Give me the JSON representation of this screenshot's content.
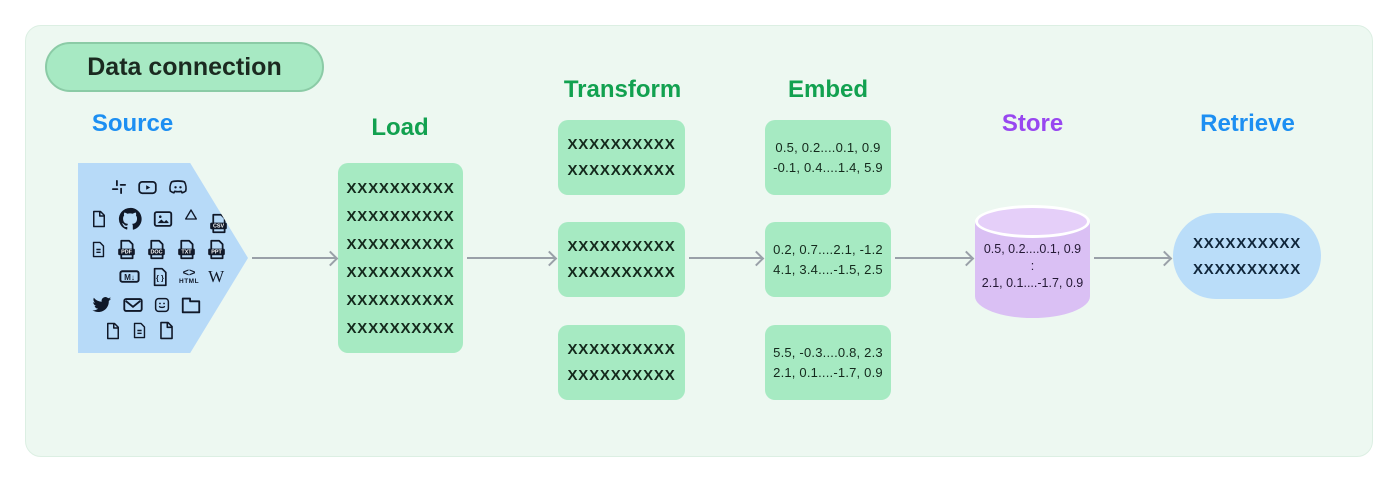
{
  "badge": {
    "label": "Data connection"
  },
  "headings": {
    "source": "Source",
    "load": "Load",
    "transform": "Transform",
    "embed": "Embed",
    "store": "Store",
    "retrieve": "Retrieve"
  },
  "load": {
    "lines": [
      "XXXXXXXXXX",
      "XXXXXXXXXX",
      "XXXXXXXXXX",
      "XXXXXXXXXX",
      "XXXXXXXXXX",
      "XXXXXXXXXX"
    ]
  },
  "transform": {
    "boxes": [
      {
        "line1": "XXXXXXXXXX",
        "line2": "XXXXXXXXXX"
      },
      {
        "line1": "XXXXXXXXXX",
        "line2": "XXXXXXXXXX"
      },
      {
        "line1": "XXXXXXXXXX",
        "line2": "XXXXXXXXXX"
      }
    ]
  },
  "embed": {
    "boxes": [
      {
        "line1": "0.5, 0.2....0.1, 0.9",
        "line2": "-0.1, 0.4....1.4, 5.9"
      },
      {
        "line1": "0.2, 0.7....2.1, -1.2",
        "line2": "4.1, 3.4....-1.5, 2.5"
      },
      {
        "line1": "5.5, -0.3....0.8, 2.3",
        "line2": "2.1, 0.1....-1.7, 0.9"
      }
    ]
  },
  "store": {
    "line1": "0.5, 0.2....0.1, 0.9",
    "line2": ":",
    "line3": "2.1, 0.1....-1.7, 0.9"
  },
  "retrieve": {
    "line1": "XXXXXXXXXX",
    "line2": "XXXXXXXXXX"
  },
  "icon_labels": {
    "csv": "CSV",
    "pdf": "PDF",
    "doc": "DOC",
    "txt": "TXT",
    "ppt": "PPT",
    "md": "M↓",
    "json": "{ }",
    "html_tag": "<>",
    "html": "HTML",
    "wiki": "W"
  },
  "colors": {
    "card_bg": "#EDF8F1",
    "badge_green": "#A7E9C3",
    "box_green": "#A6EAC2",
    "source_blue": "#B7DAF8",
    "retrieve_blue": "#BADDF9",
    "cylinder_purple": "#DAC0F4",
    "heading_blue": "#1D8FF2",
    "heading_green": "#12A150",
    "heading_purple": "#9847F0",
    "arrow_gray": "#99A0A8"
  }
}
